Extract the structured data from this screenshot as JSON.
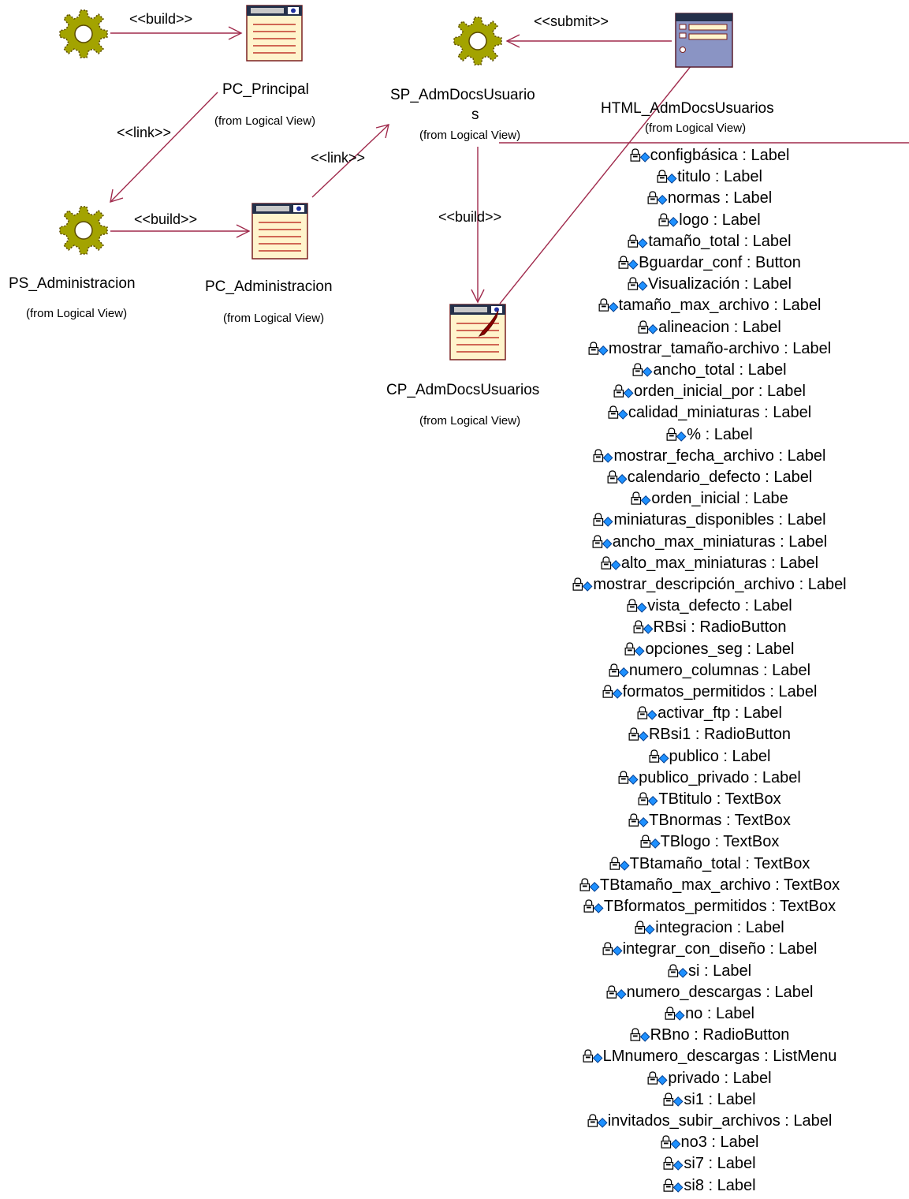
{
  "colors": {
    "relation": "#a02a4c",
    "gear": "#9a9a00",
    "page_fill": "#fff4cc",
    "page_lines": "#c0362c"
  },
  "nodes": {
    "pc_principal": {
      "name": "PC_Principal",
      "from": "(from Logical View)"
    },
    "sp_admdocs": {
      "name_line1": "SP_AdmDocsUsuario",
      "name_line2": "s",
      "from": "(from Logical View)"
    },
    "html_admdocs": {
      "name": "HTML_AdmDocsUsuarios",
      "from": "(from Logical View)"
    },
    "ps_administracion": {
      "name": "PS_Administracion",
      "from": "(from Logical View)"
    },
    "pc_administracion": {
      "name": "PC_Administracion",
      "from": "(from Logical View)"
    },
    "cp_admdocs": {
      "name": "CP_AdmDocsUsuarios",
      "from": "(from Logical View)"
    }
  },
  "relations": {
    "build_top": "<<build>>",
    "submit": "<<submit>>",
    "link_left": "<<link>>",
    "link_mid": "<<link>>",
    "build_mid": "<<build>>",
    "build_center": "<<build>>"
  },
  "attributes": [
    "configbásica  : Label",
    "titulo : Label",
    "normas : Label",
    "logo : Label",
    "tamaño_total  : Label",
    "Bguardar_conf : Button",
    "Visualización : Label",
    "tamaño_max_archivo  : Label",
    "alineacion : Label",
    "mostrar_tamaño-archivo : Label",
    "ancho_total  : Label",
    "orden_inicial_por : Label",
    "calidad_miniaturas : Label",
    "% : Label",
    "mostrar_fecha_archivo : Label",
    "calendario_defecto : Label",
    "orden_inicial : Labe",
    "miniaturas_disponibles : Label",
    "ancho_max_miniaturas  : Label",
    "alto_max_miniaturas  : Label",
    "mostrar_descripción_archivo : Label",
    "vista_defecto : Label",
    "RBsi : RadioButton",
    "opciones_seg : Label",
    "numero_columnas  : Label",
    "formatos_permitidos : Label",
    "activar_ftp : Label",
    "RBsi1 : RadioButton",
    "publico : Label",
    "publico_privado : Label",
    "TBtitulo : TextBox",
    "TBnormas : TextBox",
    "TBlogo : TextBox",
    "TBtamaño_total  : TextBox",
    "TBtamaño_max_archivo  : TextBox",
    "TBformatos_permitidos : TextBox",
    "integracion : Label",
    "integrar_con_diseño  : Label",
    "si : Label",
    "numero_descargas : Label",
    "no : Label",
    "RBno : RadioButton",
    "LMnumero_descargas : ListMenu",
    "privado : Label",
    "si1 : Label",
    "invitados_subir_archivos : Label",
    "no3 : Label",
    "si7 : Label",
    "si8 : Label"
  ]
}
